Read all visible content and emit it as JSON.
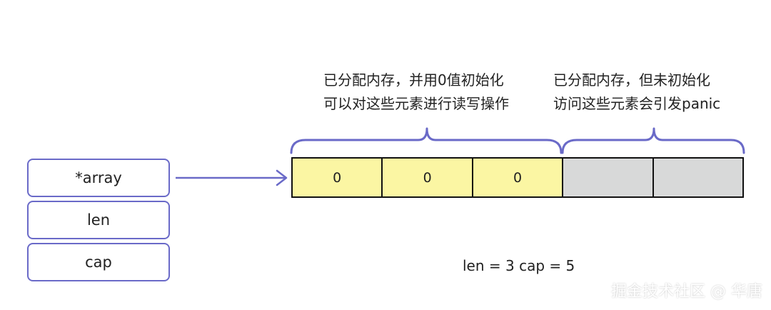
{
  "struct": {
    "fields": [
      "*array",
      "len",
      "cap"
    ]
  },
  "annotations": {
    "initialized": {
      "line1": "已分配内存，并用0值初始化",
      "line2": "可以对这些元素进行读写操作"
    },
    "uninitialized": {
      "line1": "已分配内存，但未初始化",
      "line2": "访问这些元素会引发panic"
    }
  },
  "array": {
    "cells": [
      {
        "value": "0",
        "state": "initialized"
      },
      {
        "value": "0",
        "state": "initialized"
      },
      {
        "value": "0",
        "state": "initialized"
      },
      {
        "value": "",
        "state": "uninitialized"
      },
      {
        "value": "",
        "state": "uninitialized"
      }
    ]
  },
  "summary": "len = 3  cap = 5",
  "watermark": "掘金技术社区 @ 华唐",
  "colors": {
    "accent": "#6a6ac8",
    "initialized_fill": "#fbf6a3",
    "uninitialized_fill": "#d8d9d9"
  }
}
